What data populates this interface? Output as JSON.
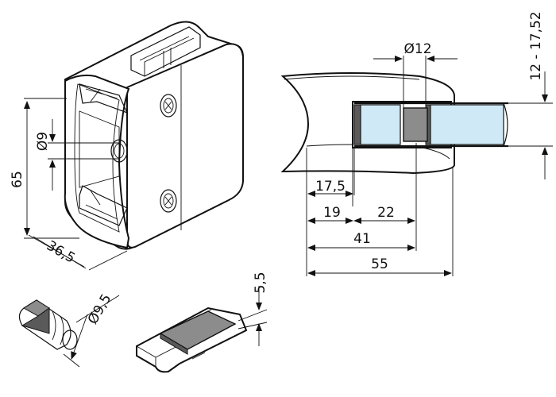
{
  "dimensions": {
    "height": "65",
    "depth": "36,5",
    "hole_diameter": "9",
    "pin_diameter": "9,5",
    "insert_thickness": "5,5",
    "diameter_top": "12",
    "glass_range": "12 - 17,52",
    "d_17_5": "17,5",
    "d_19": "19",
    "d_22": "22",
    "d_41": "41",
    "d_55": "55"
  },
  "symbols": {
    "diameter": "Ø"
  },
  "colors": {
    "glass": "#cfe9f7",
    "rubber": "#8c8c8c",
    "rubber_dark": "#5a5a5a",
    "line": "#111111"
  }
}
